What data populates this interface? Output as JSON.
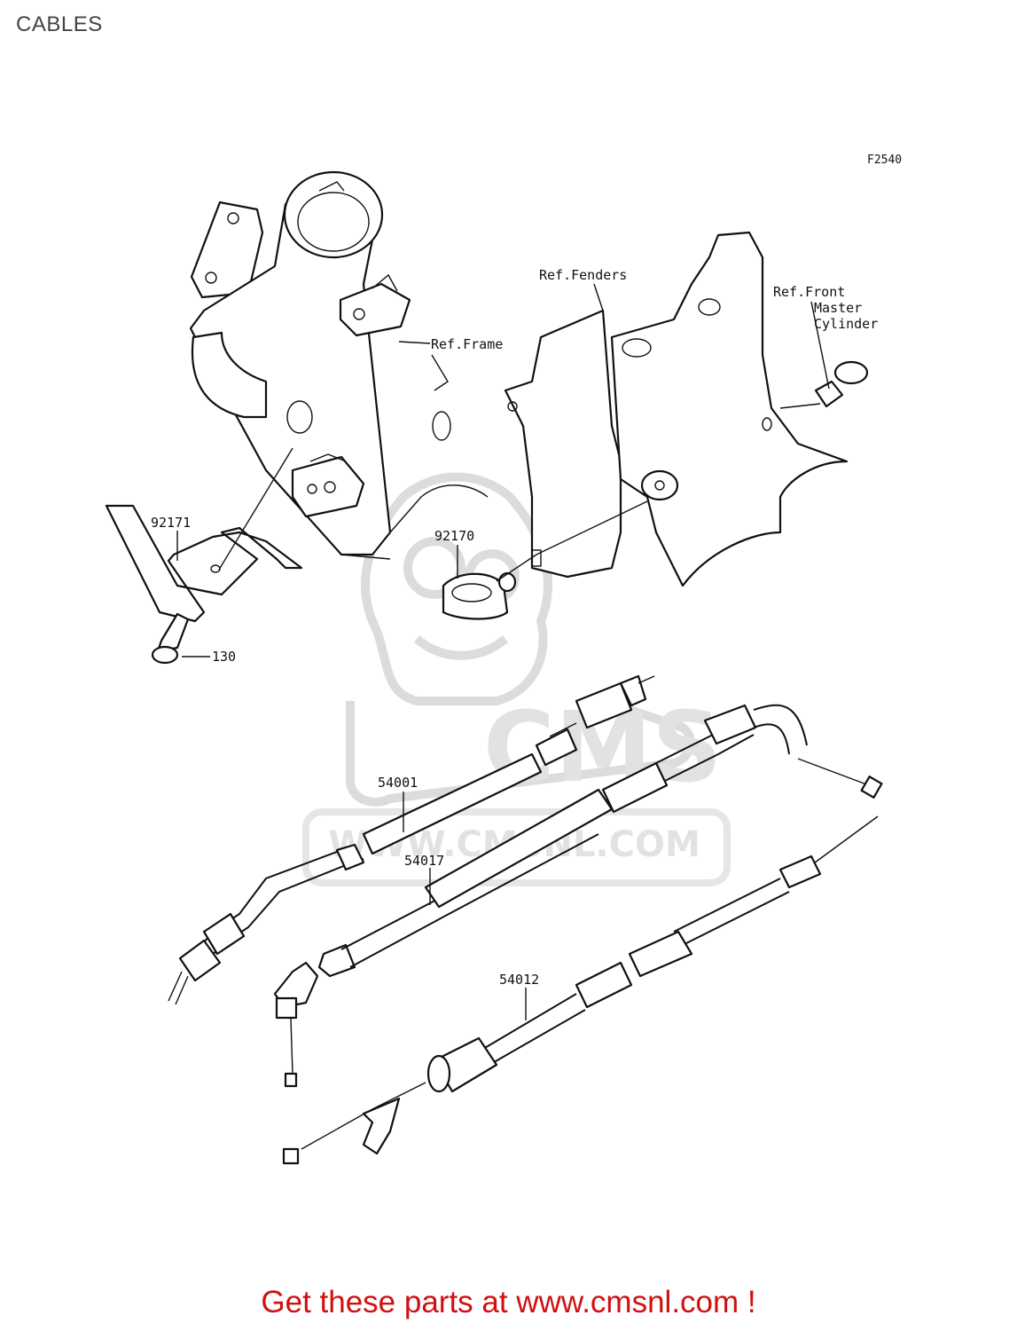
{
  "page": {
    "title": "CABLES"
  },
  "diagram": {
    "figure_code": "F2540",
    "watermark": "WWW.CMSNL.COM",
    "watermark_logo": "CMS",
    "references": {
      "frame": "Ref.Frame",
      "fenders": "Ref.Fenders",
      "front_master_cylinder": [
        "Ref.Front",
        "Master",
        "Cylinder"
      ]
    },
    "parts": [
      {
        "number": "92171"
      },
      {
        "number": "92170"
      },
      {
        "number": "130"
      },
      {
        "number": "54001"
      },
      {
        "number": "54017"
      },
      {
        "number": "54012"
      }
    ]
  },
  "footer": {
    "text": "Get these parts at www.cmsnl.com !"
  }
}
